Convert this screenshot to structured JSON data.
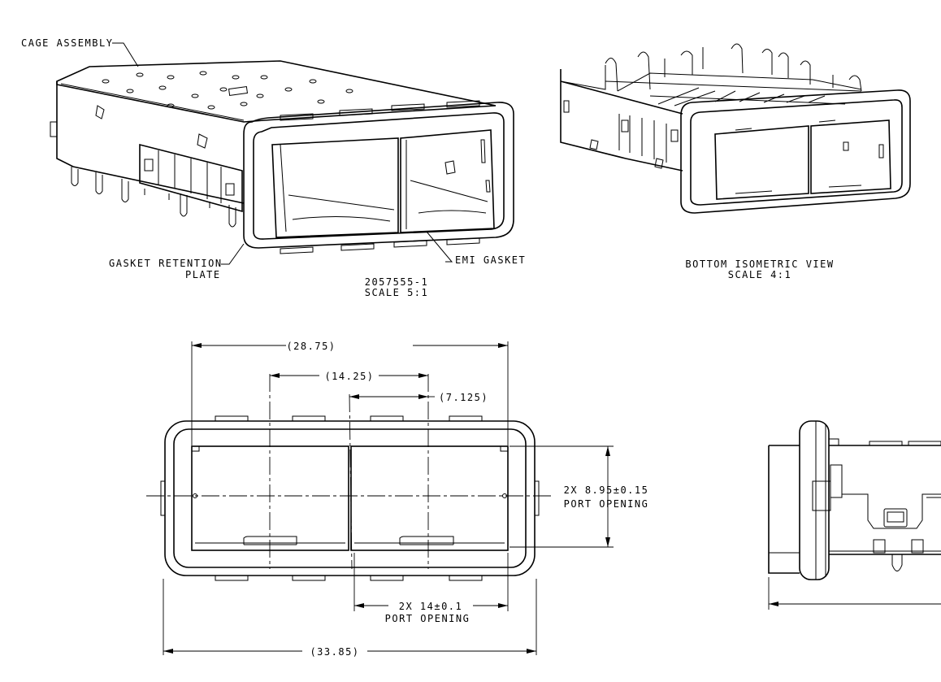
{
  "labels": {
    "cage_assembly": "CAGE ASSEMBLY",
    "gasket_retention_1": "GASKET RETENTION",
    "gasket_retention_2": "PLATE",
    "emi_gasket": "EMI GASKET",
    "part_number": "2057555-1",
    "scale_main": "SCALE 5:1",
    "bottom_view": "BOTTOM ISOMETRIC VIEW",
    "scale_bottom": "SCALE 4:1"
  },
  "dimensions": {
    "overall_inner": "(28.75)",
    "half_pitch": "(14.25)",
    "quarter_pitch": "(7.125)",
    "port_height": "2X 8.95±0.15",
    "port_height_label": "PORT OPENING",
    "port_width": "2X 14±0.1",
    "port_width_label": "PORT OPENING",
    "overall_outer": "(33.85)"
  }
}
